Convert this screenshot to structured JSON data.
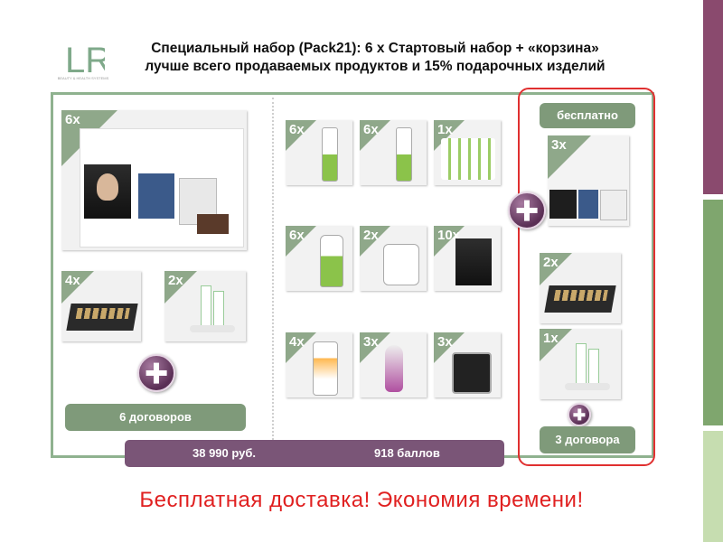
{
  "header": {
    "logo_text": "LR",
    "logo_subtitle": "BEAUTY & HEALTH SYSTEMS",
    "title_line1": "Специальный набор (Pack21): 6  х Стартовый набор + «корзина»",
    "title_line2": "лучше всего продаваемых продуктов и 15% подарочных изделий"
  },
  "left_panel": {
    "big_qty": "6x",
    "tile_b_qty": "4x",
    "tile_c_qty": "2x",
    "contracts_label": "6 договоров"
  },
  "middle_panel": {
    "quantities": [
      "6x",
      "6x",
      "1x",
      "6x",
      "2x",
      "10x",
      "4x",
      "3x",
      "3x"
    ]
  },
  "right_panel": {
    "free_label": "бесплатно",
    "qty_top": "3x",
    "qty_mid": "2x",
    "qty_bottom": "1x",
    "contracts_label": "3 договора"
  },
  "price_bar": {
    "price": "38 990 руб.",
    "points": "918 баллов"
  },
  "slogan": "Бесплатная доставка! Экономия времени!",
  "colors": {
    "panel_border": "#8fb28f",
    "label_green": "#7f9a7a",
    "price_purple": "#7a5577",
    "highlight_red": "#e03030",
    "slogan_red": "#e02020"
  }
}
